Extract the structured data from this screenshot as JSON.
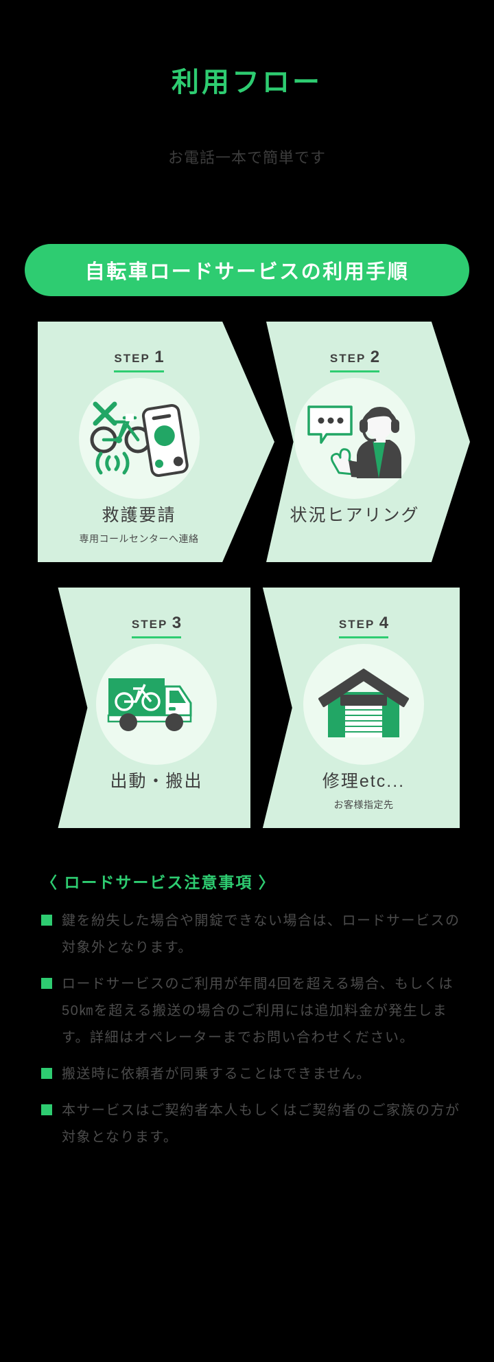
{
  "header": {
    "title": "利用フロー",
    "subtitle": "お電話一本で簡単です"
  },
  "banner": {
    "label": "自転車ロードサービスの利用手順",
    "background_color": "#2ecc71",
    "text_color": "#ffffff"
  },
  "steps": [
    {
      "tag_label": "STEP",
      "number": "1",
      "title": "救護要請",
      "subtitle": "専用コールセンターへ連絡",
      "icon": "broken-bicycle-and-smartphone-icon"
    },
    {
      "tag_label": "STEP",
      "number": "2",
      "title": "状況ヒアリング",
      "subtitle": "",
      "icon": "headset-operator-icon"
    },
    {
      "tag_label": "STEP",
      "number": "3",
      "title": "出動・搬出",
      "subtitle": "",
      "icon": "bicycle-transport-truck-icon"
    },
    {
      "tag_label": "STEP",
      "number": "4",
      "title": "修理etc...",
      "subtitle": "お客様指定先",
      "icon": "repair-garage-icon"
    }
  ],
  "notes": {
    "heading": "〈 ロードサービス注意事項 〉",
    "items": [
      "鍵を紛失した場合や開錠できない場合は、ロードサービスの対象外となります。",
      "ロードサービスのご利用が年間4回を超える場合、もしくは50㎞を超える搬送の場合のご利用には追加料金が発生します。詳細はオペレーターまでお問い合わせください。",
      "搬送時に依頼者が同乗することはできません。",
      "本サービスはご契約者本人もしくはご契約者のご家族の方が対象となります。"
    ]
  },
  "colors": {
    "accent_green": "#2ecc71",
    "deep_green": "#22a665",
    "card_bg": "#d4f0de",
    "circle_bg": "#edfaf0",
    "dark": "#3f3f3f",
    "page_bg": "#000000"
  }
}
